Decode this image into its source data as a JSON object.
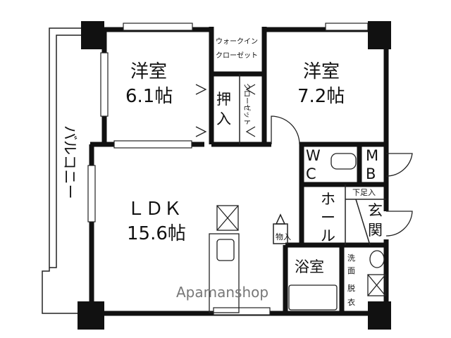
{
  "rooms": {
    "western_left": {
      "name": "洋室",
      "size": "6.1帖"
    },
    "western_right": {
      "name": "洋室",
      "size": "7.2帖"
    },
    "ldk": {
      "name": "ＬＤＫ",
      "size": "15.6帖"
    },
    "walk_in_closet": {
      "line1": "ウォークイン",
      "line2": "クローゼット"
    },
    "oshiire": {
      "line1": "押",
      "line2": "入"
    },
    "closet": {
      "label": "クローゼット"
    },
    "balcony": {
      "label": "バルコニー"
    },
    "wc": {
      "line1": "W",
      "line2": "C"
    },
    "mb": {
      "line1": "M",
      "line2": "B"
    },
    "shoe_box": {
      "label": "下足入"
    },
    "entrance": {
      "line1": "玄",
      "line2": "関"
    },
    "hall": {
      "line1": "ホ",
      "line2": "ー",
      "line3": "ル"
    },
    "storage": {
      "label": "物入"
    },
    "bathroom": {
      "label": "浴室"
    },
    "washroom": {
      "line1": "洗",
      "line2": "面",
      "line3": "脱",
      "line4": "衣"
    }
  },
  "watermark": "Apamanshop"
}
